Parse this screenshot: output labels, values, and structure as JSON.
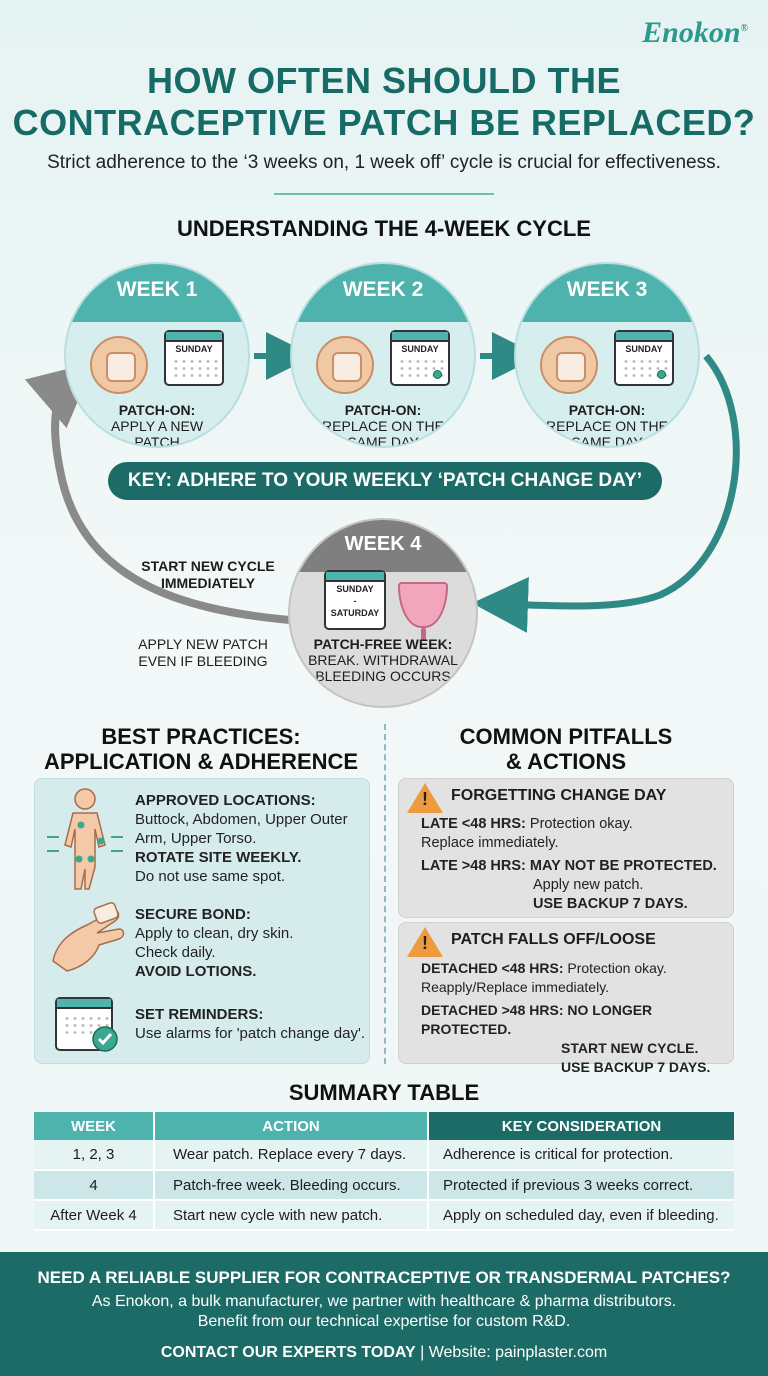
{
  "brand": {
    "name": "Enokon",
    "mark": "®"
  },
  "header": {
    "title_line1": "HOW OFTEN SHOULD THE",
    "title_line2": "CONTRACEPTIVE PATCH BE REPLACED?",
    "subtitle": "Strict adherence to the ‘3 weeks on, 1 week off’ cycle is crucial for effectiveness."
  },
  "cycle": {
    "heading": "UNDERSTANDING THE 4-WEEK CYCLE",
    "weeks": [
      {
        "title": "WEEK 1",
        "calendar": "SUNDAY",
        "label": "PATCH-ON:",
        "line1": "APPLY A NEW",
        "line2": "PATCH"
      },
      {
        "title": "WEEK 2",
        "calendar": "SUNDAY",
        "label": "PATCH-ON:",
        "line1": "REPLACE ON THE",
        "line2": "SAME DAY"
      },
      {
        "title": "WEEK 3",
        "calendar": "SUNDAY",
        "label": "PATCH-ON:",
        "line1": "REPLACE ON THE",
        "line2": "SAME DAY"
      }
    ],
    "key": "KEY: ADHERE TO YOUR WEEKLY ‘PATCH CHANGE DAY’",
    "week4": {
      "title": "WEEK 4",
      "cal_top": "SUNDAY",
      "cal_mid": "-",
      "cal_bottom": "SATURDAY",
      "label": "PATCH-FREE WEEK:",
      "line1": "BREAK. WITHDRAWAL",
      "line2": "BLEEDING OCCURS"
    },
    "restart_line1": "START NEW CYCLE",
    "restart_line2": "IMMEDIATELY",
    "apply_line1": "APPLY NEW PATCH",
    "apply_line2": "EVEN IF BLEEDING"
  },
  "best": {
    "heading_line1": "BEST PRACTICES:",
    "heading_line2": "APPLICATION & ADHERENCE",
    "locations_title": "APPROVED LOCATIONS:",
    "locations_line1": "Buttock, Abdomen, Upper Outer",
    "locations_line2": "Arm, Upper Torso.",
    "rotate_title": "ROTATE SITE WEEKLY.",
    "rotate_text": "Do not use same spot.",
    "bond_title": "SECURE BOND:",
    "bond_line1": "Apply to clean, dry skin.",
    "bond_line2": "Check daily.",
    "bond_line3": "AVOID LOTIONS.",
    "remind_title": "SET REMINDERS:",
    "remind_text": "Use alarms for 'patch change day'."
  },
  "pitfalls": {
    "heading_line1": "COMMON PITFALLS",
    "heading_line2": "& ACTIONS",
    "forget": {
      "title": "FORGETTING CHANGE DAY",
      "a_label": "LATE <48 HRS:",
      "a_text": "Protection okay.",
      "a_line2": "Replace immediately.",
      "b_label": "LATE >48 HRS: MAY NOT BE PROTECTED.",
      "b_line2": "Apply new patch.",
      "b_line3": "USE BACKUP 7 DAYS."
    },
    "falls": {
      "title": "PATCH FALLS OFF/LOOSE",
      "a_label": "DETACHED <48 HRS:",
      "a_text": "Protection okay.",
      "a_line2": "Reapply/Replace immediately.",
      "b_label": "DETACHED >48 HRS: NO LONGER PROTECTED.",
      "b_line2": "START NEW CYCLE.",
      "b_line3": "USE BACKUP 7 DAYS."
    }
  },
  "summary": {
    "heading": "SUMMARY TABLE",
    "columns": [
      "WEEK",
      "ACTION",
      "KEY CONSIDERATION"
    ],
    "rows": [
      [
        "1, 2, 3",
        "Wear patch. Replace every 7 days.",
        "Adherence is critical for protection."
      ],
      [
        "4",
        "Patch-free week. Bleeding occurs.",
        "Protected if previous 3 weeks correct."
      ],
      [
        "After Week 4",
        "Start new cycle with new patch.",
        "Apply on scheduled day, even if bleeding."
      ]
    ]
  },
  "footer": {
    "headline": "NEED A RELIABLE SUPPLIER FOR CONTRACEPTIVE OR TRANSDERMAL PATCHES?",
    "line1": "As Enokon, a bulk manufacturer, we partner with healthcare & pharma distributors.",
    "line2": "Benefit from our technical expertise for custom R&D.",
    "cta": "CONTACT OUR EXPERTS TODAY",
    "separator": "|",
    "website": "Website: painplaster.com"
  },
  "colors": {
    "teal_dark": "#1c6b66",
    "teal": "#4fb3ad",
    "warning": "#ef9a3c"
  }
}
